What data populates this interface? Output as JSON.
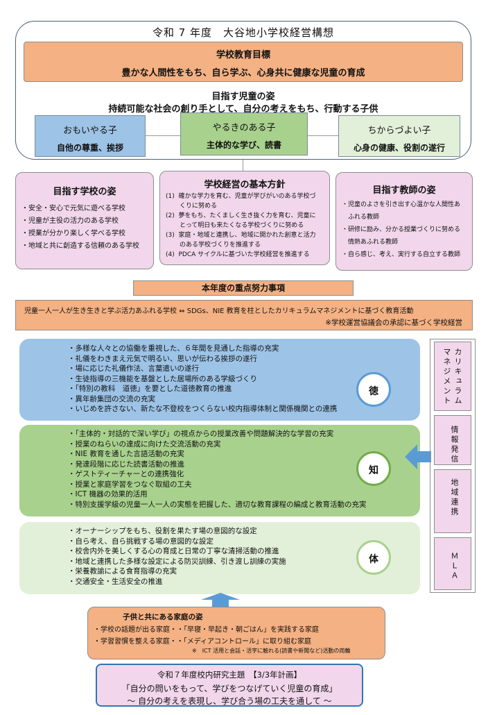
{
  "title": "令和 7 年度　大谷地小学校経営構想",
  "goal": {
    "heading": "学校教育目標",
    "text": "豊かな人間性をもち、自ら学ぶ、心身共に健康な児童の育成"
  },
  "child_image": {
    "heading": "目指す児童の姿",
    "text": "持続可能な社会の創り手として、自分の考えをもち、行動する子供"
  },
  "child_boxes": [
    {
      "title": "おもいやる子",
      "sub": "自他の尊重、挨拶",
      "color": "#9dc3e6"
    },
    {
      "title": "やるきのある子",
      "sub": "主体的な学び、読書",
      "color": "#a9d18e"
    },
    {
      "title": "ちからづよい子",
      "sub": "心身の健康、役割の遂行",
      "color": "#e2f0d9"
    }
  ],
  "school": {
    "heading": "目指す学校の姿",
    "items": [
      "・安全・安心で元気に遊べる学校",
      "・児童が主役の活力のある学校",
      "・授業が分かり楽しく学べる学校",
      "・地域と共に創造する信頼のある学校"
    ]
  },
  "policy": {
    "heading": "学校経営の基本方針",
    "items": [
      "(1)  確かな学力を育む、児童が学びがいのある学校づ",
      "       くりに努める",
      "(2)  夢をもち、たくましく生き抜く力を育む、児童に",
      "       とって明日も来たくなる学校づくりに努める",
      "(3)  家庭・地域と連携し、地域に開かれた創意と活力",
      "       のある学校づくりを推進する",
      "(4)  PDCA サイクルに基づいた学校経営を推進する"
    ]
  },
  "teacher": {
    "heading": "目指す教師の姿",
    "items": [
      "・児童のよさを引き出す心温かな人間性あ",
      "　ふれる教師",
      "・研修に励み、分かる授業づくりに努める",
      "　情熱あふれる教師",
      "・自ら感じ、考え、実行する自立する教師"
    ]
  },
  "focus_label": "本年度の重点努力事項",
  "focus": {
    "line1": "児童一人一人が生き生きと学ぶ活力あふれる学校 ⇔ SDGs、NIE 教育を柱としたカリキュラムマネジメントに基づく教育活動",
    "line2": "※学校運営協議会の承認に基づく学校経営"
  },
  "toku": {
    "label": "徳",
    "items": [
      "・多様な人々との協働を重視した、６年間を見通した指導の充実",
      "・礼儀をわきまえ元気で明るい、思いが伝わる挨拶の遂行",
      "・場に応じた礼儀作法、言葉遣いの遂行",
      "・生徒指導の三機能を基盤とした居場所のある学級づくり",
      "・「特別の教科　道徳」を要とした道徳教育の推進",
      "・異年齢集団の交流の充実",
      "・いじめを許さない、新たな不登校をつくらない校内指導体制と関係機関との連携"
    ]
  },
  "chi": {
    "label": "知",
    "items": [
      "・「主体的・対話的で深い学び」の視点からの授業改善や問題解決的な学習の充実",
      "・授業のねらいの達成に向けた交流活動の充実",
      "・NIE 教育を通した言語活動の充実",
      "・発達段階に応じた読書活動の推進",
      "・ゲストティーチャーとの連携強化",
      "・授業と家庭学習をつなぐ取組の工夫",
      "・ICT 機器の効果的活用",
      "・特別支援学級の児童一人一人の実態を把握した、適切な教育課程の編成と教育活動の充実"
    ]
  },
  "tai": {
    "label": "体",
    "items": [
      "・オーナーシップをもち、役割を果たす場の意図的な設定",
      "・自ら考え、自ら挑戦する場の意図的な設定",
      "・校舎内外を美しくする心の育成と日常の丁寧な清掃活動の推進",
      "・地域と連携した多様な設定による防災訓練、引き渡し訓練の実施",
      "・栄養教諭による食育指導の充実",
      "・交通安全・生活安全の推進"
    ]
  },
  "right_tabs": [
    "カリキュラム　マネジメント",
    "情報発信",
    "地域連携",
    "ＭＬＡ"
  ],
  "family": {
    "heading": "子供と共にある家庭の姿",
    "lines": [
      "・学校の話題が出る家庭・・「早寝・早起き・朝ごはん」を実践する家庭",
      "・学習習慣を整える家庭・・「メディアコントロール」に取り組む家庭",
      "※　ICT 活用と会話・活字に触れる(読書や新聞など)活動の両輪"
    ]
  },
  "research": {
    "line1": "令和７年度校内研究主題　【3/3年計画】",
    "line2": "「自分の問いをもって、学びをつなげていく児童の育成」",
    "line3": "～ 自分の考えを表現し、学び合う場の工夫を通して ～"
  }
}
